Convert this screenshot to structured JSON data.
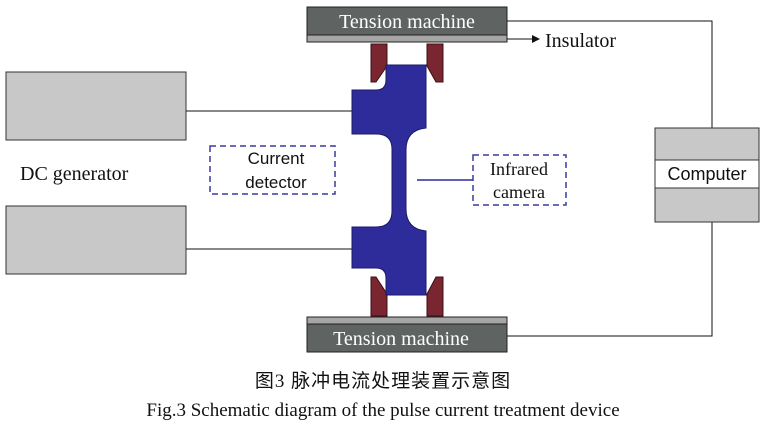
{
  "labels": {
    "tension_top": "Tension machine",
    "tension_bottom": "Tension machine",
    "insulator": "Insulator",
    "dc_generator": "DC generator",
    "current_detector_line1": "Current",
    "current_detector_line2": "detector",
    "infrared_line1": "Infrared",
    "infrared_line2": "camera",
    "computer": "Computer"
  },
  "caption": {
    "chinese": "图3  脉冲电流处理装置示意图",
    "english": "Fig.3  Schematic diagram of the pulse current treatment device"
  },
  "colors": {
    "specimen": "#2e2c9a",
    "grip": "#7a2630",
    "machine": "#5f6362",
    "generator": "#c8c8c8",
    "dashed_box": "#3a3aa0"
  }
}
